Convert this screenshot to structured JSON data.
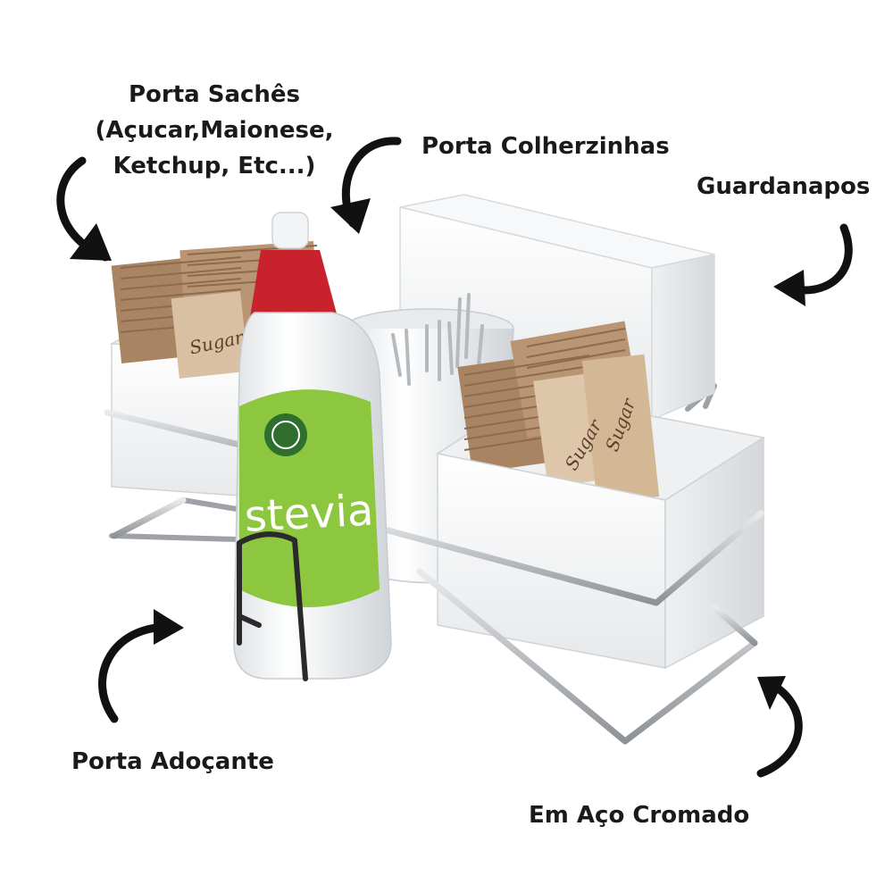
{
  "labels": {
    "sachets": {
      "line1": "Porta Sachês",
      "line2": "(Açucar,Maionese,",
      "line3": "Ketchup, Etc...)"
    },
    "spoons": "Porta Colherzinhas",
    "napkins": "Guardanapos",
    "sweetener": "Porta Adoçante",
    "steel": "Em Aço Cromado"
  },
  "product": {
    "bottle_brand": "stevia",
    "sachet_text": "Sugar"
  },
  "colors": {
    "cap_red": "#c8232c",
    "label_green": "#8dc63f",
    "arrow": "#111111",
    "chrome": "#b9bcc0",
    "sachet_kraft": "#b08a68"
  }
}
